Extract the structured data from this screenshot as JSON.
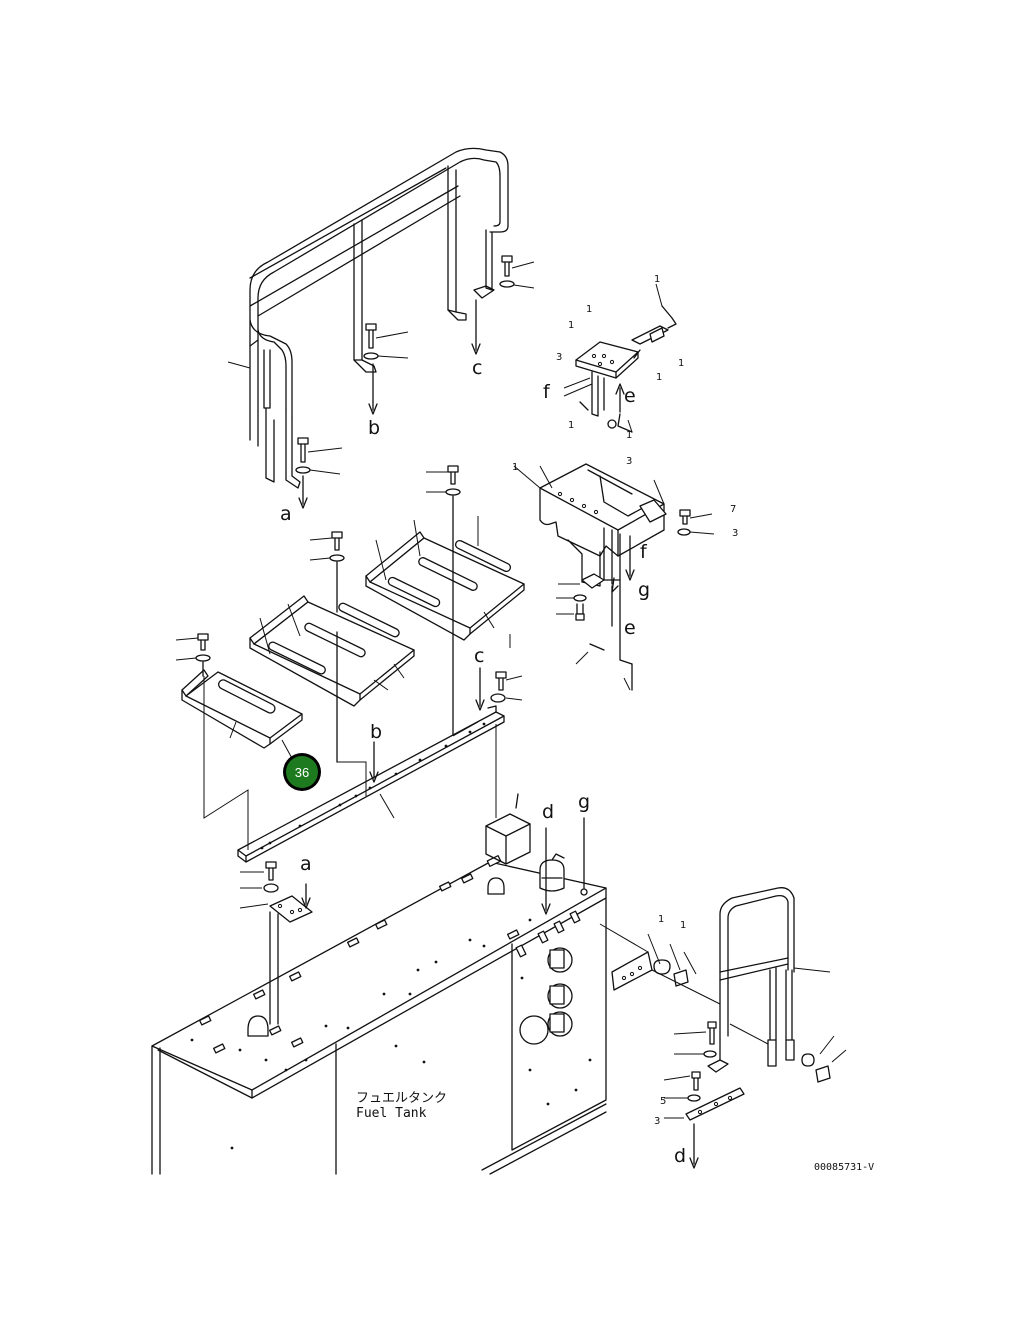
{
  "tank_label_jp": "フュエルタンク",
  "tank_label_en": "Fuel Tank",
  "drawing_code": "00085731-V",
  "badge": {
    "number": "36",
    "color": "#1e7a1e"
  },
  "arrow_letters": {
    "a_top": "a",
    "a_bottom": "a",
    "b_top": "b",
    "b_mid": "b",
    "c_top": "c",
    "c_mid": "c",
    "d_mid": "d",
    "d_bottom": "d",
    "e_top": "e",
    "e_mid": "e",
    "f_top": "f",
    "f_mid": "f",
    "g_mid": "g",
    "g_top": "g"
  },
  "callout_numbers": [
    "1",
    "1",
    "1",
    "1",
    "1",
    "1",
    "1",
    "1",
    "3",
    "3",
    "3",
    "3",
    "5",
    "7",
    "1",
    "1"
  ]
}
